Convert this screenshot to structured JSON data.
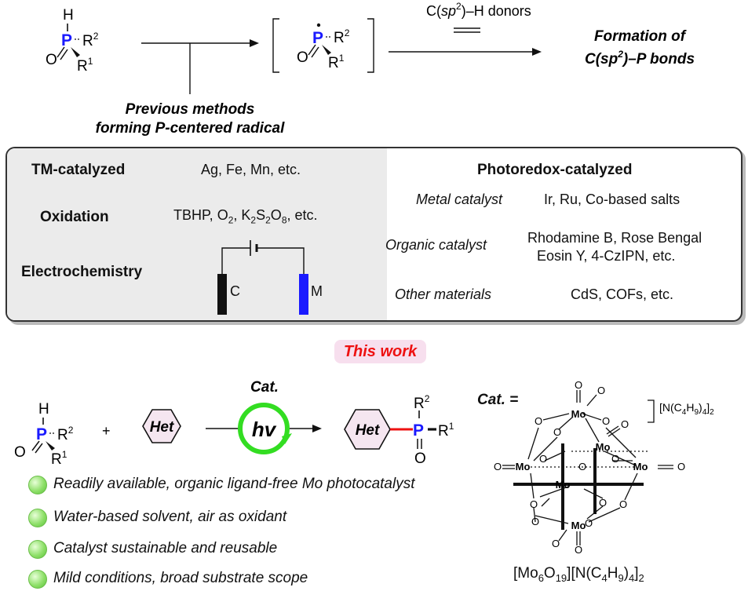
{
  "top": {
    "h_label": "H",
    "p_label": "P",
    "r2_label": "R",
    "r2_sup": "2",
    "r1_label": "R",
    "r1_sup": "1",
    "o_label": "O",
    "donors_text_1": "C(",
    "donors_text_sp": "sp",
    "donors_text_sup": "2",
    "donors_text_2": ")–H donors",
    "previous_line1": "Previous methods",
    "previous_line2": "forming P-centered radical",
    "formation_line1": "Formation of",
    "formation_line2a": "C(sp",
    "formation_line2_sup": "2",
    "formation_line2b": ")–P bonds"
  },
  "panel": {
    "tm_label": "TM-catalyzed",
    "tm_value": "Ag, Fe, Mn, etc.",
    "ox_label": "Oxidation",
    "ox_value_a": "TBHP, O",
    "ox_value_b": ", K",
    "ox_value_c": "S",
    "ox_value_d": "O",
    "ox_value_e": ", etc.",
    "ox_sub1": "2",
    "ox_sub2": "2",
    "ox_sub3": "2",
    "ox_sub4": "8",
    "ec_label": "Electrochemistry",
    "electrode_c": "C",
    "electrode_m": "M",
    "photo_title": "Photoredox-catalyzed",
    "metal_label": "Metal catalyst",
    "metal_value": "Ir, Ru, Co-based salts",
    "organic_label": "Organic catalyst",
    "organic_value_1": "Rhodamine B, Rose Bengal",
    "organic_value_2": "Eosin Y, 4-CzIPN, etc.",
    "other_label": "Other materials",
    "other_value": "CdS, COFs, etc."
  },
  "this_work": "This work",
  "reaction": {
    "plus": "+",
    "het": "Het",
    "cat": "Cat.",
    "hv": "hv"
  },
  "bullets": [
    "Readily available, organic ligand-free Mo photocatalyst",
    "Water-based solvent, air as oxidant",
    "Catalyst sustainable and reusable",
    "Mild conditions, broad substrate scope"
  ],
  "catalyst": {
    "cat_eq": "Cat. =",
    "counter_ion": "[N(C4H9)4]2",
    "formula": "[Mo6O19][N(C4H9)4]2",
    "mo": "Mo",
    "o": "O"
  },
  "colors": {
    "phosphorus": "#1a1aff",
    "new_bond": "#ee1111",
    "hv_ring": "#33dd22",
    "hex_fill": "#f5e6f0",
    "panel_left_bg": "#ebebeb",
    "badge_bg": "#f7dfee"
  }
}
